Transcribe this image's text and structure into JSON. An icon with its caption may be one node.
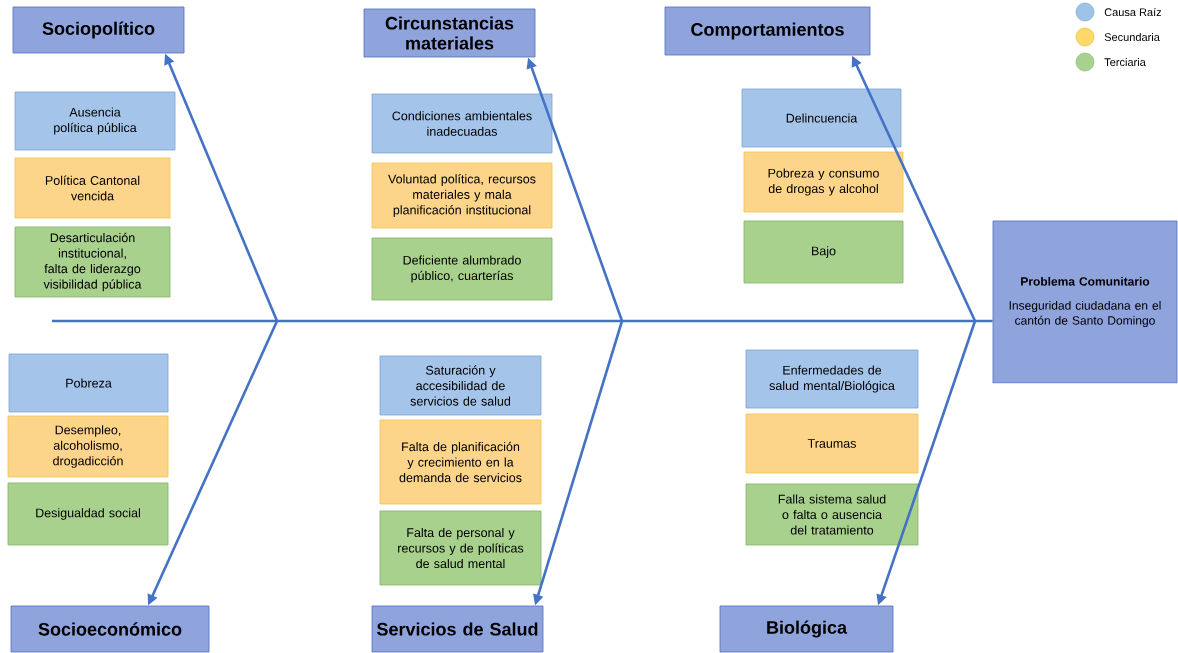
{
  "diagram": {
    "nodes": [
      {
        "text": [
          "Sociopolítico"
        ]
      },
      {
        "text": [
          "Circunstancias materiales"
        ]
      },
      {
        "text": [
          "Comportamientos"
        ]
      },
      {
        "text": [
          "Ausencia política pública"
        ]
      },
      {
        "text": [
          "Política Cantonal vencida"
        ]
      },
      {
        "text": [
          "Desarticulación institucional, falta de liderazgo visibilidad pública"
        ]
      },
      {
        "text": [
          "Condiciones ambientales inadecuadas"
        ]
      },
      {
        "text": [
          "Voluntad política, recursos materiales y mala planificación institucional"
        ]
      },
      {
        "text": [
          "Deficiente alumbrado público, cuarterías"
        ]
      },
      {
        "text": [
          "Delincuencia"
        ]
      },
      {
        "text": [
          "Pobreza y consumo de drogas y alcohol"
        ]
      },
      {
        "text": [
          "Bajo"
        ]
      },
      {
        "text": [
          "Problema Comunitario",
          "Inseguridad ciudadana en el cantón de Santo Domingo"
        ]
      },
      {
        "text": [
          "Pobreza"
        ]
      },
      {
        "text": [
          "Desempleo, alcoholismo, drogadicción"
        ]
      },
      {
        "text": [
          "Desigualdad social"
        ]
      },
      {
        "text": [
          "Saturación y accesibilidad de servicios de salud"
        ]
      },
      {
        "text": [
          "Falta de planificación y crecimiento en la demanda de servicios"
        ]
      },
      {
        "text": [
          "Falta de personal y recursos y de políticas de salud mental"
        ]
      },
      {
        "text": [
          "Enfermedades de salud mental/Biológica"
        ]
      },
      {
        "text": [
          "Traumas"
        ]
      },
      {
        "text": [
          "Falla sistema salud o falta o  ausencia del tratamiento"
        ]
      },
      {
        "text": [
          "Socioeconómico"
        ]
      },
      {
        "text": [
          "Servicios de Salud"
        ]
      },
      {
        "text": [
          "Biológica"
        ]
      }
    ],
    "edges": [
      {
        "from": null,
        "to": 12,
        "arrow": "none"
      },
      {
        "from": null,
        "to": 0,
        "arrow": "to"
      },
      {
        "from": null,
        "to": 22,
        "arrow": "to"
      },
      {
        "from": null,
        "to": 1,
        "arrow": "to"
      },
      {
        "from": null,
        "to": 23,
        "arrow": "to"
      },
      {
        "from": null,
        "to": 2,
        "arrow": "to"
      },
      {
        "from": null,
        "to": 24,
        "arrow": "to"
      }
    ],
    "legend": [
      {
        "text": "Causa Raíz",
        "color": "#9dc3e6"
      },
      {
        "text": "Secundaria",
        "color": "#ffd966"
      },
      {
        "text": "Terciaria",
        "color": "#a9d18e"
      }
    ]
  }
}
